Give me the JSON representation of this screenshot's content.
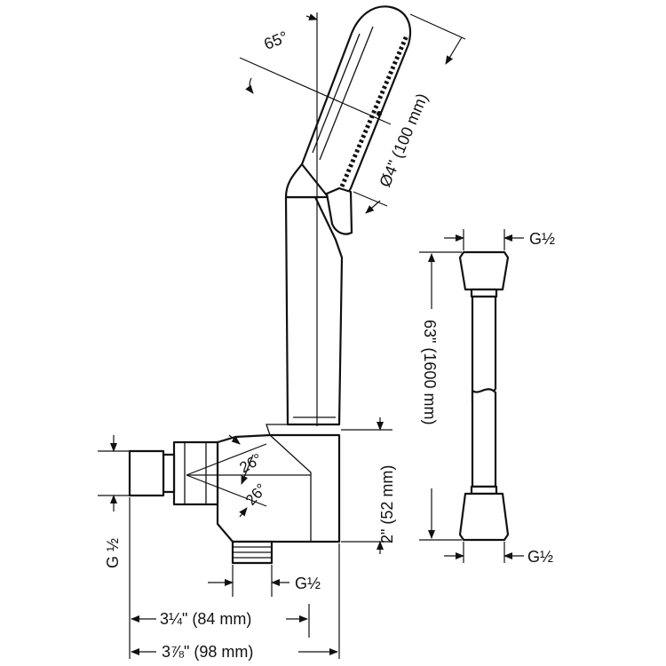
{
  "labels": {
    "angle_head": "65°",
    "head_diameter": "Ø4\" (100 mm)",
    "hose_length": "63\" (1600 mm)",
    "hose_thread_top": "G½",
    "hose_thread_bottom": "G½",
    "angle_upper": "26°",
    "angle_lower": "26°",
    "outlet_height": "2\" (52 mm)",
    "inlet_thread_left": "G ½",
    "outlet_thread_bottom": "G½",
    "width_small": "3¼\" (84 mm)",
    "width_large": "3⅞\" (98 mm)"
  },
  "colors": {
    "line": "#111111",
    "background": "#ffffff"
  }
}
